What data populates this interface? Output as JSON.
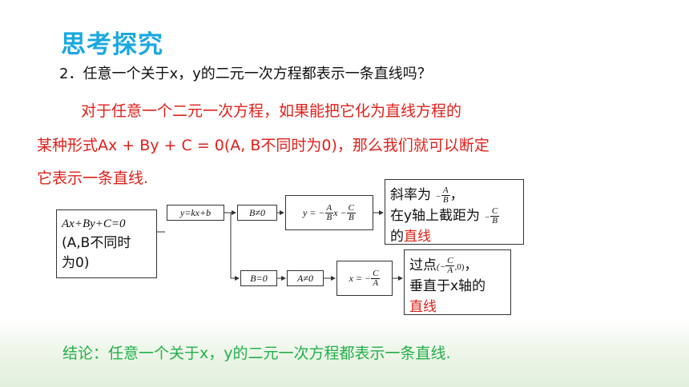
{
  "title": "思考探究",
  "question": "2．任意一个关于x，y的二元一次方程都表示一条直线吗？",
  "paragraph": {
    "line1": "对于任意一个二元一次方程，如果能把它化为直线方程的",
    "line2": "某种形式Ax + By + C = 0(A, B不同时为0)，那么我们就可以断定",
    "line3": "它表示一条直线."
  },
  "diagram": {
    "start_eq": "Ax+By+C=0",
    "start_cond1": "(A,B不同时",
    "start_cond2": "为0)",
    "slope_form": "y=kx+b",
    "cond_b_nonzero": "B≠0",
    "eq_solved_y": "y = −(A/B)x − C/B",
    "result1_line1_prefix": "斜率为",
    "result1_line2_prefix": "在y轴上截距为",
    "result1_line3_prefix": "的",
    "result1_line3_red": "直线",
    "cond_b_zero": "B=0",
    "cond_a_nonzero": "A≠0",
    "eq_solved_x": "x = −C/A",
    "result2_line1_prefix": "过点",
    "result2_line2": "垂直于x轴的",
    "result2_line3_red": "直线",
    "frac_A": "A",
    "frac_B": "B",
    "frac_C": "C"
  },
  "conclusion": "结论：任意一个关于x，y的二元一次方程都表示一条直线."
}
